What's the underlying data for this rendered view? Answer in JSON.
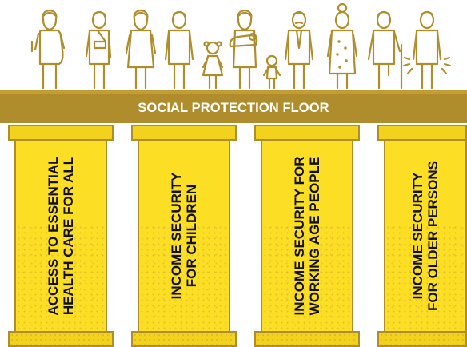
{
  "beam": {
    "label": "SOCIAL PROTECTION FLOOR"
  },
  "pillars": [
    {
      "line1": "ACCESS TO ESSENTIAL",
      "line2": "HEALTH CARE FOR ALL"
    },
    {
      "line1": "INCOME SECURITY",
      "line2": "FOR CHILDREN"
    },
    {
      "line1": "INCOME SECURITY FOR",
      "line2": "WORKING AGE PEOPLE"
    },
    {
      "line1": "INCOME SECURITY",
      "line2": "FOR OLDER PERSONS"
    }
  ],
  "people": [
    "pregnant-woman-icon",
    "man-with-sling-icon",
    "pregnant-woman-icon",
    "man-icon",
    "girl-icon",
    "woman-with-baby-icon",
    "toddler-icon",
    "old-man-icon",
    "old-woman-icon",
    "man-with-crutch-icon",
    "blind-man-icon"
  ],
  "colors": {
    "beam": "#b08d2c",
    "pillar": "#fcde25",
    "outline": "#b08d2c",
    "text": "#111111"
  }
}
